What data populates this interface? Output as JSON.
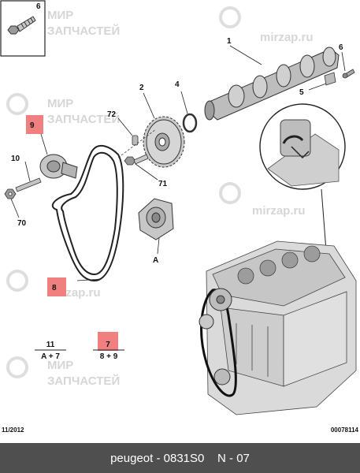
{
  "watermarks": {
    "brand_lines": [
      "МИР",
      "ЗАПЧАСТЕЙ"
    ],
    "site": "mirzap.ru"
  },
  "callouts": {
    "c1": "1",
    "c2": "2",
    "c4": "4",
    "c5": "5",
    "c6_top": "6",
    "c6_box": "6",
    "c9": "9",
    "c10": "10",
    "c70": "70",
    "c71": "71",
    "c72": "72",
    "cA": "A",
    "c8": "8"
  },
  "fractions": {
    "left": {
      "top": "11",
      "bottom": "A + 7"
    },
    "right": {
      "top": "7",
      "bottom": "8 + 9"
    }
  },
  "colors": {
    "highlight": "#f08080",
    "footer_bg": "#4f4f4f"
  },
  "date_code": "11/2012",
  "ref_code": "00078114",
  "footer": {
    "brand": "peugeot",
    "sep": "-",
    "code": "0831S0",
    "group": "N - 07"
  }
}
